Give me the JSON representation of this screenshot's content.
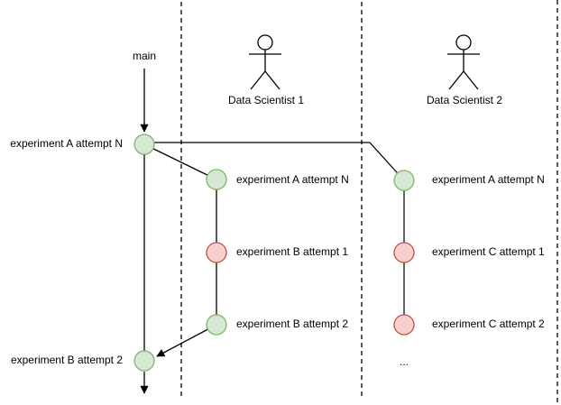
{
  "main_branch": {
    "label": "main",
    "entry_commit_label": "experiment A attempt N",
    "merge_commit_label": "experiment B attempt 2"
  },
  "actors": [
    {
      "name": "Data Scientist 1"
    },
    {
      "name": "Data Scientist 2"
    }
  ],
  "lane1": {
    "commits": [
      {
        "label": "experiment A attempt N",
        "status": "success"
      },
      {
        "label": "experiment B attempt 1",
        "status": "failure"
      },
      {
        "label": "experiment B attempt 2",
        "status": "success"
      }
    ]
  },
  "lane2": {
    "commits": [
      {
        "label": "experiment A attempt N",
        "status": "success"
      },
      {
        "label": "experiment C attempt 1",
        "status": "failure"
      },
      {
        "label": "experiment C attempt 2",
        "status": "failure"
      }
    ],
    "ellipsis": "..."
  },
  "colors": {
    "success_fill": "#d5e8d4",
    "success_stroke": "#82b366",
    "failure_fill": "#f8cecc",
    "failure_stroke": "#b85450",
    "line": "#000000",
    "lane2_connector": "#666666"
  }
}
